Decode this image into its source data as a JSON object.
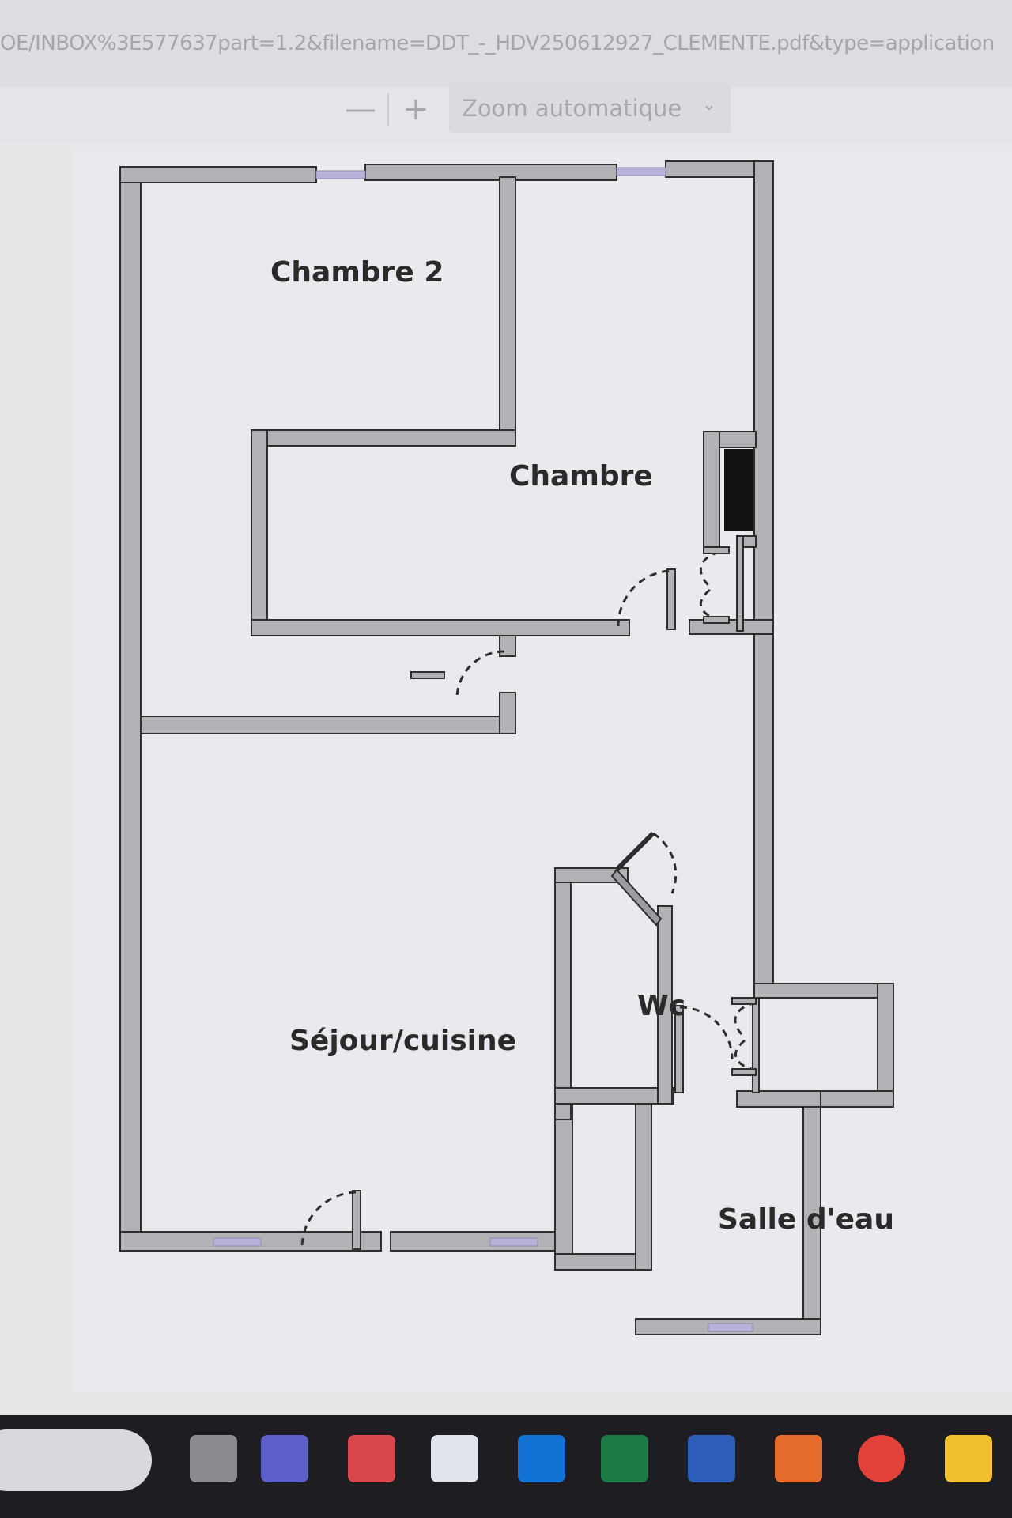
{
  "browser": {
    "url_text": "OE/INBOX%3E577637part=1.2&filename=DDT_-_HDV250612927_CLEMENTE.pdf&type=application"
  },
  "pdf_toolbar": {
    "zoom_out_label": "—",
    "zoom_in_label": "+",
    "zoom_select_value": "Zoom automatique",
    "chevron_glyph": "⌄"
  },
  "floor_plan": {
    "rooms": {
      "chambre_2": "Chambre 2",
      "chambre": "Chambre",
      "sejour_cuisine": "Séjour/cuisine",
      "wc": "Wc",
      "salle_deau": "Salle d'eau"
    },
    "colors": {
      "wall_fill": "#b3b0b6",
      "wall_edge": "#2e2e2e",
      "window": "#b7b2d8",
      "closet_fill": "#111111",
      "background": "#ebe8ee"
    }
  },
  "taskbar": {
    "icons": [
      {
        "name": "task-view-icon",
        "color": "#8a8a90"
      },
      {
        "name": "teams-icon",
        "color": "#5b5fc7"
      },
      {
        "name": "snipping-tool-icon",
        "color": "#d8474b"
      },
      {
        "name": "microsoft-store-icon",
        "color": "#e0e3ea"
      },
      {
        "name": "outlook-icon",
        "color": "#1273d4"
      },
      {
        "name": "excel-icon",
        "color": "#1d7a45"
      },
      {
        "name": "word-icon",
        "color": "#2c5eb9"
      },
      {
        "name": "media-player-icon",
        "color": "#e56b2c"
      },
      {
        "name": "chrome-icon",
        "color": "#e3423a"
      },
      {
        "name": "file-explorer-icon",
        "color": "#f0c02f"
      }
    ]
  }
}
